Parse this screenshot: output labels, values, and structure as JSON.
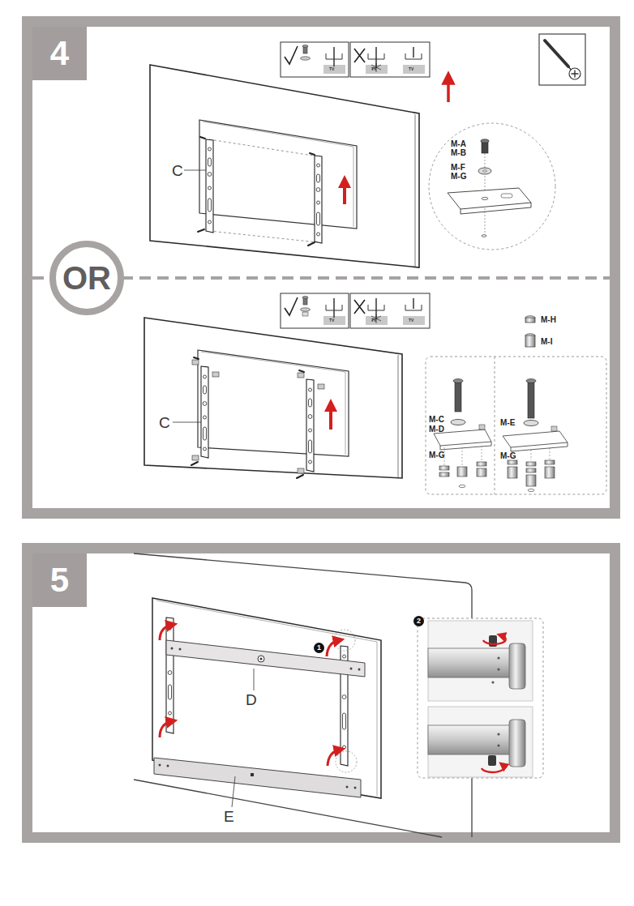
{
  "diagram": {
    "nodes": [
      {
        "text": [
          "4"
        ]
      },
      {
        "text": [
          "OR"
        ]
      },
      {
        "text": [
          "5"
        ]
      },
      {
        "text": [
          "1"
        ]
      },
      {
        "text": [
          "2"
        ]
      }
    ],
    "labels": [
      "TV",
      "TV",
      "TV",
      "M-A",
      "M-B",
      "M-F",
      "M-G",
      "C",
      "TV",
      "TV",
      "TV",
      "M-H",
      "M-I",
      "C",
      "M-C",
      "M-D",
      "M-G",
      "M-E",
      "M-G",
      "D",
      "E"
    ]
  }
}
